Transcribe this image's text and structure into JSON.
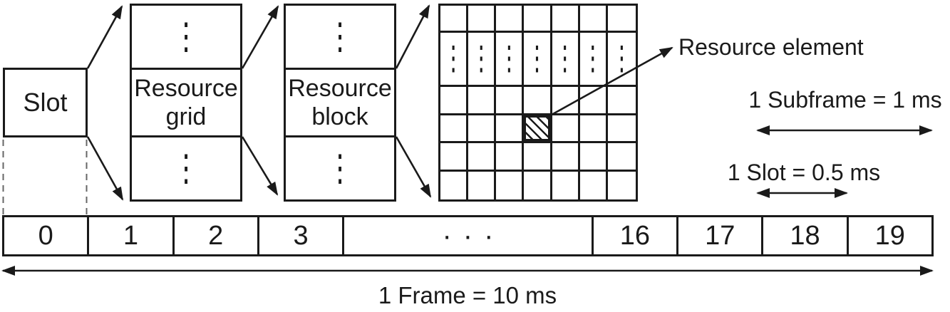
{
  "figure": {
    "background": "#ffffff",
    "line_color": "#1a1a1a",
    "dashed_line_color": "#666666"
  },
  "boxes": {
    "slot": {
      "label": "Slot"
    },
    "resource_grid": {
      "label": "Resource grid",
      "dots": "⋮"
    },
    "resource_block": {
      "label": "Resource block",
      "dots": "⋮"
    }
  },
  "matrix": {
    "cols": 7,
    "rows": 6,
    "dots_row_index": 1,
    "dots_char": "⋮",
    "hatched_cell": {
      "row_index": 3,
      "col_index": 3
    }
  },
  "labels": {
    "resource_element": "Resource element",
    "subframe": "1 Subframe = 1 ms",
    "slot_duration": "1 Slot = 0.5 ms",
    "frame": "1 Frame = 10 ms"
  },
  "timeline": {
    "slots": [
      "0",
      "1",
      "2",
      "3",
      "···",
      "16",
      "17",
      "18",
      "19"
    ],
    "collapsed_index": 4
  }
}
